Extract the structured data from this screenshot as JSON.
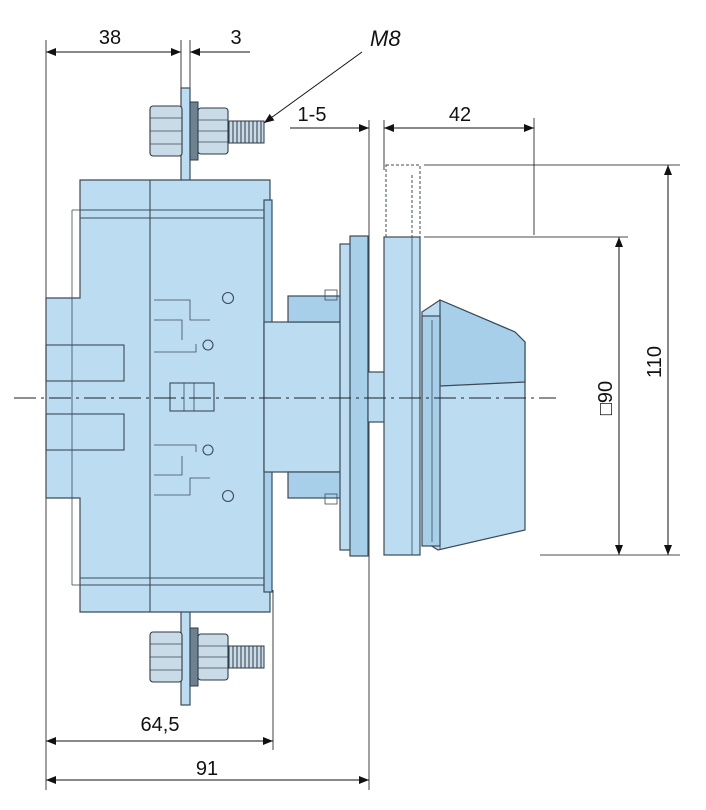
{
  "diagram": {
    "thread_label": "M8",
    "dims": {
      "top_left": "38",
      "top_small": "3",
      "gap": "1-5",
      "handle_depth": "42",
      "height_total": "110",
      "square": "□90",
      "depth_mid": "64,5",
      "depth_total": "91"
    }
  },
  "colors": {
    "body": "#bcdcf2",
    "outline": "#3c4b58"
  }
}
